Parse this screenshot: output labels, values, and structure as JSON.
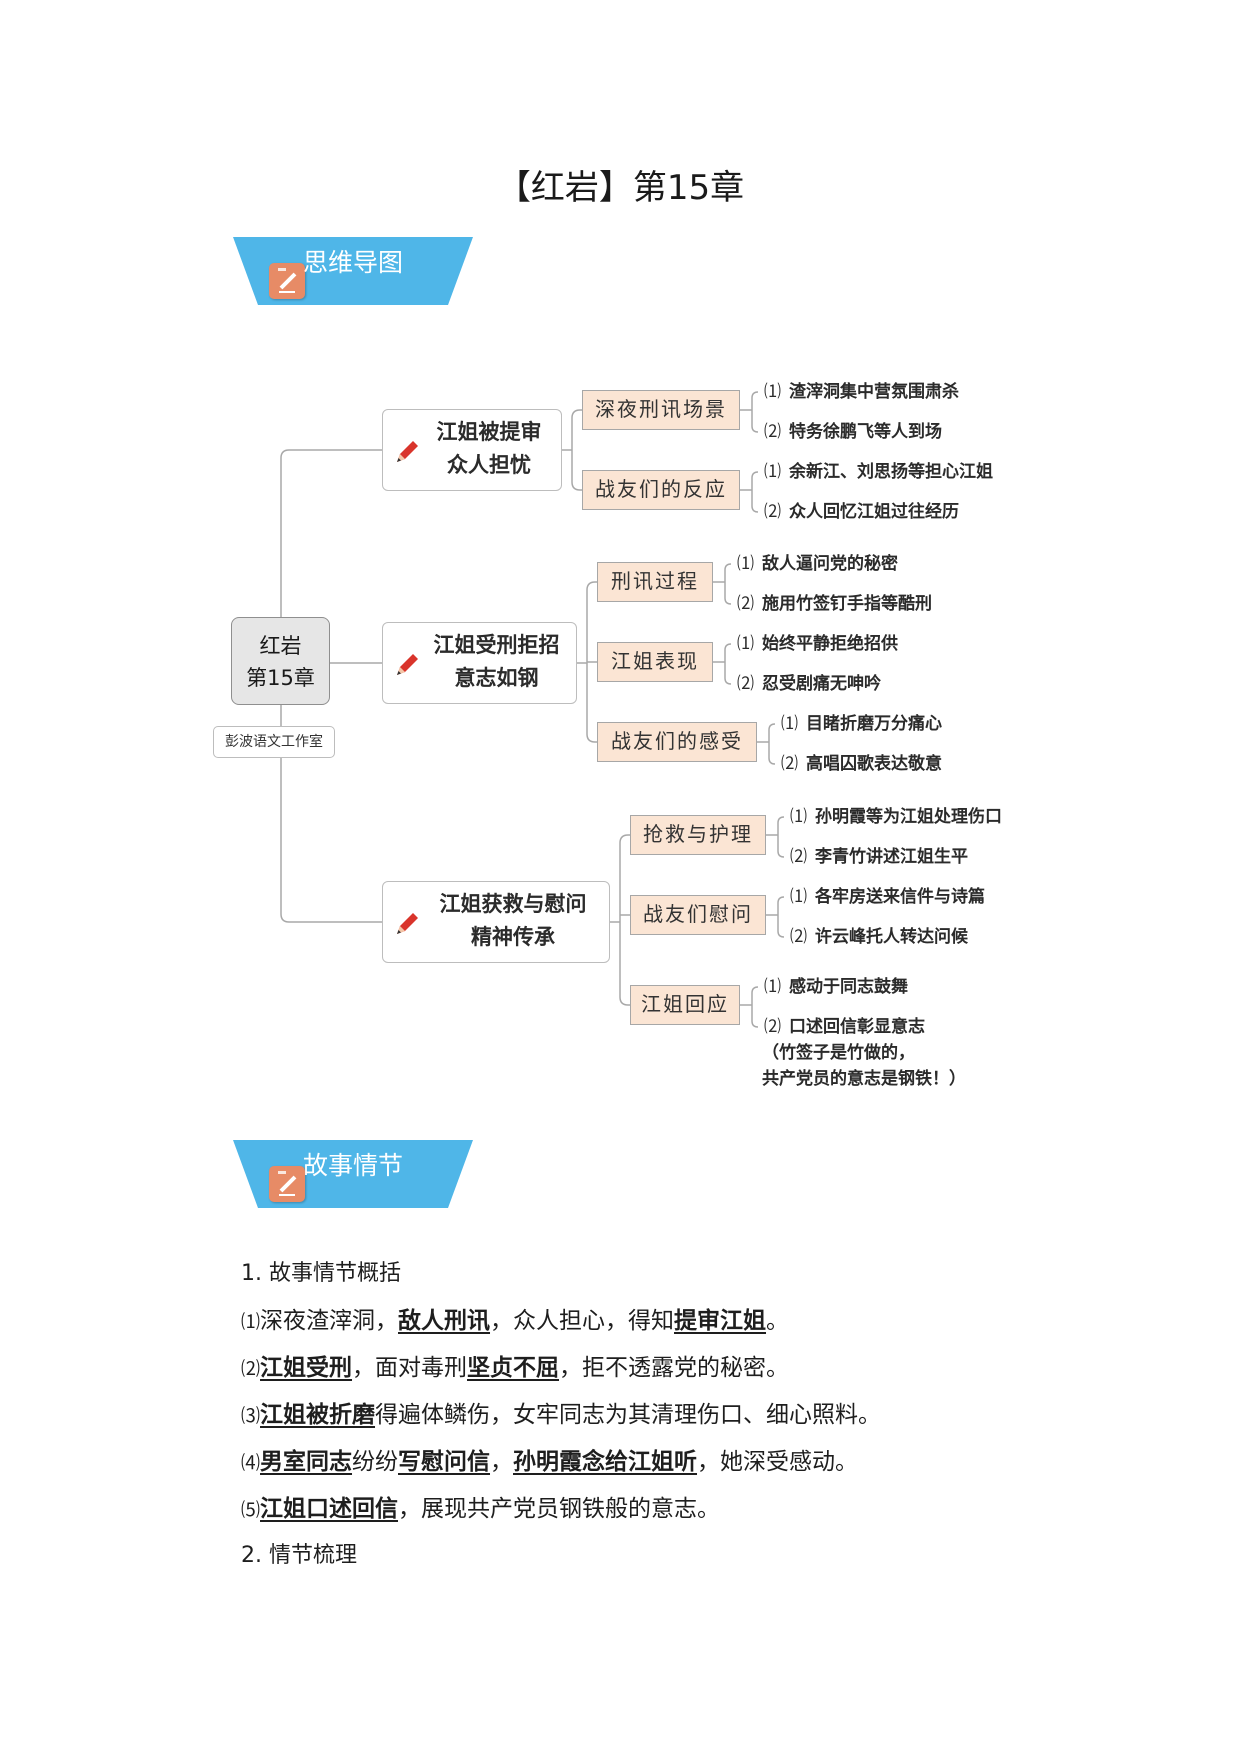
{
  "title": "【红岩】第15章",
  "banners": {
    "mindmap": "思维导图",
    "plot": "故事情节"
  },
  "mindmap": {
    "central": [
      "红岩",
      "第15章"
    ],
    "studio": "彭波语文工作室",
    "branches": [
      {
        "label": "江姐被提审\n众人担忧",
        "subs": [
          {
            "label": "深夜刑讯场景",
            "leaves": [
              "渣滓洞集中营氛围肃杀",
              "特务徐鹏飞等人到场"
            ]
          },
          {
            "label": "战友们的反应",
            "leaves": [
              "余新江、刘思扬等担心江姐",
              "众人回忆江姐过往经历"
            ]
          }
        ]
      },
      {
        "label": "江姐受刑拒招\n意志如钢",
        "subs": [
          {
            "label": "刑讯过程",
            "leaves": [
              "敌人逼问党的秘密",
              "施用竹签钉手指等酷刑"
            ]
          },
          {
            "label": "江姐表现",
            "leaves": [
              "始终平静拒绝招供",
              "忍受剧痛无呻吟"
            ]
          },
          {
            "label": "战友们的感受",
            "leaves": [
              "目睹折磨万分痛心",
              "高唱囚歌表达敬意"
            ]
          }
        ]
      },
      {
        "label": "江姐获救与慰问\n精神传承",
        "subs": [
          {
            "label": "抢救与护理",
            "leaves": [
              "孙明霞等为江姐处理伤口",
              "李青竹讲述江姐生平"
            ]
          },
          {
            "label": "战友们慰问",
            "leaves": [
              "各牢房送来信件与诗篇",
              "许云峰托人转达问候"
            ]
          },
          {
            "label": "江姐回应",
            "leaves": [
              "感动于同志鼓舞",
              "口述回信彰显意志"
            ],
            "note": [
              "（竹签子是竹做的，",
              "共产党员的意志是钢铁！）"
            ]
          }
        ]
      }
    ],
    "leaf_markers": [
      "⑴",
      "⑵"
    ]
  },
  "plot": {
    "heading1": "1. 故事情节概括",
    "items": [
      {
        "num": "⑴",
        "parts": [
          {
            "t": "深夜渣滓洞，",
            "b": false
          },
          {
            "t": "敌人刑讯",
            "b": true
          },
          {
            "t": "，众人担心，得知",
            "b": false
          },
          {
            "t": "提审江姐",
            "b": true
          },
          {
            "t": "。",
            "b": false
          }
        ]
      },
      {
        "num": "⑵",
        "parts": [
          {
            "t": "江姐受刑",
            "b": true
          },
          {
            "t": "，面对毒刑",
            "b": false
          },
          {
            "t": "坚贞不屈",
            "b": true
          },
          {
            "t": "，拒不透露党的秘密。",
            "b": false
          }
        ]
      },
      {
        "num": "⑶",
        "parts": [
          {
            "t": "江姐被折磨",
            "b": true
          },
          {
            "t": "得遍体鳞伤，女牢同志为其清理伤口、细心照料。",
            "b": false
          }
        ]
      },
      {
        "num": "⑷",
        "parts": [
          {
            "t": "男室同志",
            "b": true
          },
          {
            "t": "纷纷",
            "b": false
          },
          {
            "t": "写慰问信",
            "b": true
          },
          {
            "t": "，",
            "b": false
          },
          {
            "t": "孙明霞念给江姐听",
            "b": true
          },
          {
            "t": "，她深受感动。",
            "b": false
          }
        ]
      },
      {
        "num": "⑸",
        "parts": [
          {
            "t": "江姐口述回信",
            "b": true
          },
          {
            "t": "，展现共产党员钢铁般的意志。",
            "b": false
          }
        ]
      }
    ],
    "heading2": "2. 情节梳理"
  },
  "colors": {
    "banner": "#4fb6e8",
    "pen_badge": "#e78b66",
    "sub_fill": "#fbe5d4",
    "pencil": "#d9342b"
  }
}
